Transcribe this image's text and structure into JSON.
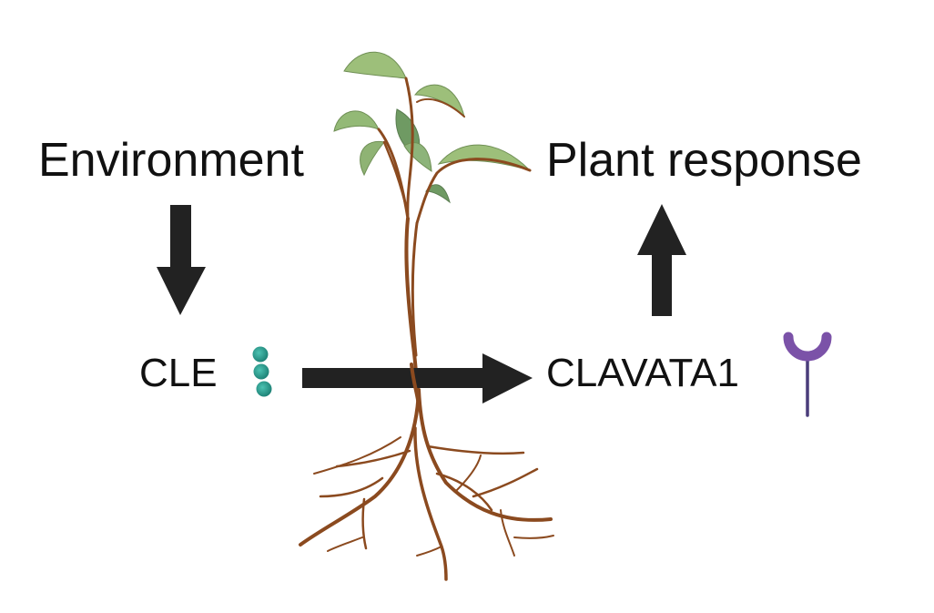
{
  "diagram": {
    "title": "CLE–CLAVATA1 environmental signaling in plants",
    "nodes": {
      "environment": "Environment",
      "plant_response": "Plant response",
      "cle": "CLE",
      "clavata1": "CLAVATA1"
    },
    "edges": [
      {
        "from": "Environment",
        "to": "CLE",
        "direction": "down"
      },
      {
        "from": "CLE",
        "to": "CLAVATA1",
        "direction": "right"
      },
      {
        "from": "CLAVATA1",
        "to": "Plant response",
        "direction": "up"
      }
    ],
    "icons": {
      "cle": "peptide-beads-icon",
      "clavata1": "receptor-icon",
      "center": "plant-illustration"
    },
    "colors": {
      "arrow": "#222222",
      "peptide": "#2a9d8f",
      "receptor_cup": "#7b52a8",
      "receptor_stalk": "#4a3d7a",
      "stem": "#8b4a1f",
      "leaf_light": "#9dbf7a",
      "leaf_dark": "#6f9a63"
    }
  }
}
